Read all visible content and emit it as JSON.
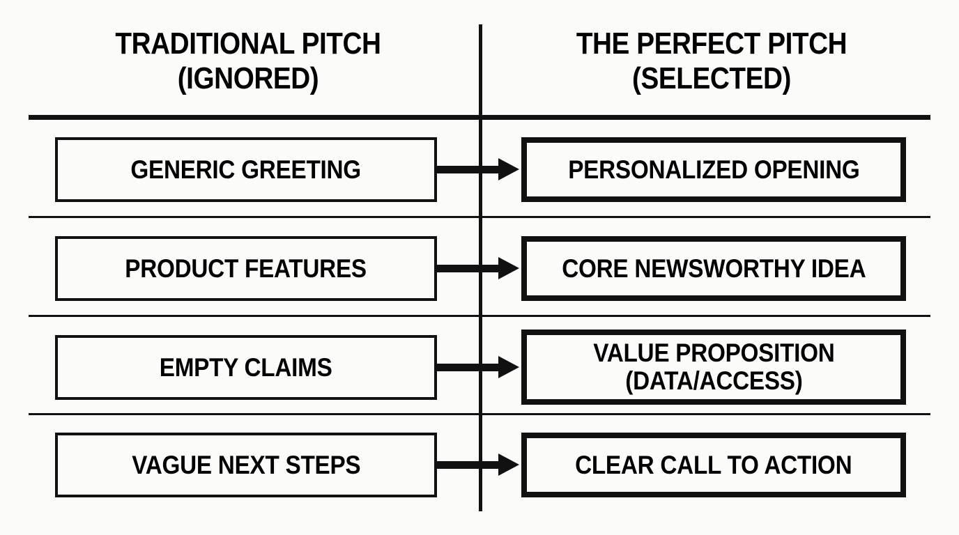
{
  "columns": {
    "left": {
      "title_line1": "TRADITIONAL PITCH",
      "title_line2": "(IGNORED)"
    },
    "right": {
      "title_line1": "THE PERFECT PITCH",
      "title_line2": "(SELECTED)"
    }
  },
  "colors": {
    "ink": "#111111",
    "background": "#fbfbfa",
    "text": "#000000"
  },
  "rows": [
    {
      "left_label": "GENERIC GREETING",
      "right_label_line1": "PERSONALIZED OPENING",
      "right_label_line2": "",
      "arrow": "arrow-right"
    },
    {
      "left_label": "PRODUCT FEATURES",
      "right_label_line1": "CORE NEWSWORTHY IDEA",
      "right_label_line2": "",
      "arrow": "arrow-right"
    },
    {
      "left_label": "EMPTY CLAIMS",
      "right_label_line1": "VALUE PROPOSITION",
      "right_label_line2": "(DATA/ACCESS)",
      "arrow": "arrow-right"
    },
    {
      "left_label": "VAGUE NEXT STEPS",
      "right_label_line1": "CLEAR CALL TO ACTION",
      "right_label_line2": "",
      "arrow": "arrow-right"
    }
  ]
}
